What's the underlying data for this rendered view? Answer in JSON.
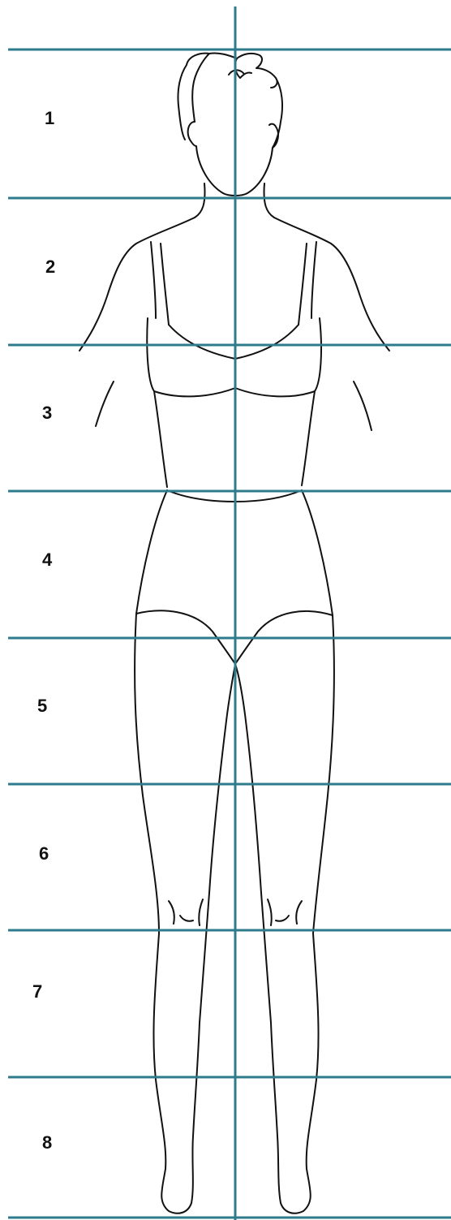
{
  "diagram": {
    "head_labels": [
      "1",
      "2",
      "3",
      "4",
      "5",
      "6",
      "7",
      "8"
    ],
    "colors": {
      "grid_line": "#2e7b8c",
      "figure_outline": "#111111",
      "background": "#ffffff"
    },
    "icons": [
      "female-figure-outline"
    ]
  }
}
